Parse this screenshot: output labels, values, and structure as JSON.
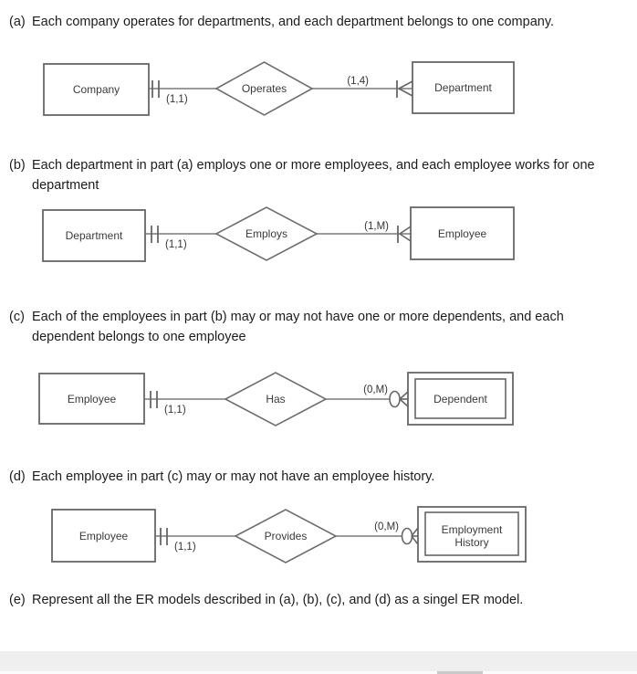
{
  "colors": {
    "background": "#ffffff",
    "diagram_line": "#7a7a7a",
    "entity_border": "#666666",
    "body_text": "#1c1c1c",
    "diagram_text": "#3a3a3a",
    "bottom_bar": "#efefef",
    "scrollbar_thumb": "#c9c9c9"
  },
  "items": [
    {
      "label": "(a)",
      "text": "Each company operates for departments, and each department belongs to one company."
    },
    {
      "label": "(b)",
      "text": "Each department in part (a) employs one or more employees, and each employee works for one department"
    },
    {
      "label": "(c)",
      "text": "Each of the employees in part (b) may or may not have one or more dependents, and each dependent belongs to one employee"
    },
    {
      "label": "(d)",
      "text": "Each employee in part (c) may or may not have an employee history."
    },
    {
      "label": "(e)",
      "text": "Represent all the ER models described in (a), (b), (c), and (d) as a singel ER model."
    }
  ],
  "diagrams": [
    {
      "id": "a",
      "left_entity": "Company",
      "relationship": "Operates",
      "right_entity": "Department",
      "left_cardinality": "(1,1)",
      "right_cardinality": "(1,4)",
      "left_connector_icon": "double-tick-one-and-only-one",
      "right_connector_icon": "tick-crow-foot-one-or-many",
      "right_entity_weak": false
    },
    {
      "id": "b",
      "left_entity": "Department",
      "relationship": "Employs",
      "right_entity": "Employee",
      "left_cardinality": "(1,1)",
      "right_cardinality": "(1,M)",
      "left_connector_icon": "double-tick-one-and-only-one",
      "right_connector_icon": "tick-crow-foot-one-or-many",
      "right_entity_weak": false
    },
    {
      "id": "c",
      "left_entity": "Employee",
      "relationship": "Has",
      "right_entity": "Dependent",
      "left_cardinality": "(1,1)",
      "right_cardinality": "(0,M)",
      "left_connector_icon": "double-tick-one-and-only-one",
      "right_connector_icon": "circle-crow-foot-zero-or-many",
      "right_entity_weak": true
    },
    {
      "id": "d",
      "left_entity": "Employee",
      "relationship": "Provides",
      "right_entity": "Employment History",
      "right_entity_lines": [
        "Employment",
        "History"
      ],
      "left_cardinality": "(1,1)",
      "right_cardinality": "(0,M)",
      "left_connector_icon": "double-tick-one-and-only-one",
      "right_connector_icon": "circle-crow-foot-zero-or-many",
      "right_entity_weak": true
    }
  ]
}
